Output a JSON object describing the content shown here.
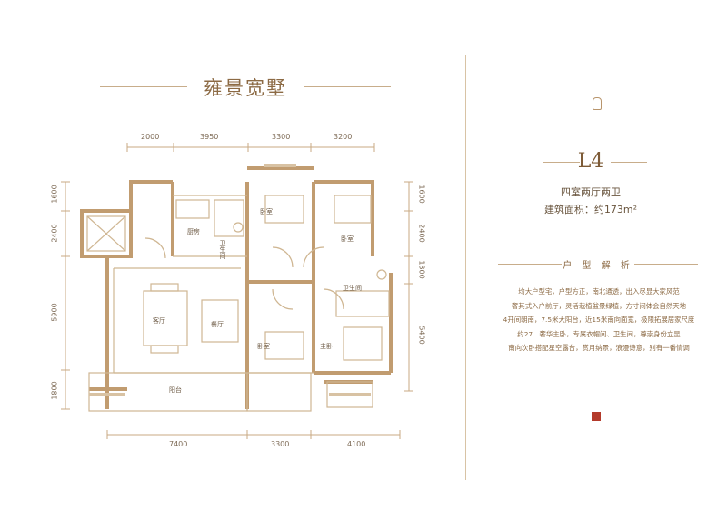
{
  "header": {
    "title": "雍景宽墅"
  },
  "dimensions": {
    "top": [
      "2000",
      "3950",
      "3300",
      "3200"
    ],
    "bottom": [
      "7400",
      "3300",
      "4100"
    ],
    "left": [
      "1600",
      "2400",
      "5900",
      "1800"
    ],
    "right": [
      "1600",
      "2400",
      "1300",
      "5400"
    ]
  },
  "rooms": {
    "bedroom_ne1": "卧室",
    "bedroom_ne2": "卧室",
    "kitchen": "厨房",
    "bath1": "卫生间",
    "bath2": "卫生间",
    "living": "客厅",
    "dining": "餐厅",
    "bedroom_s": "卧室",
    "master": "主卧",
    "balcony": "阳台"
  },
  "unit": {
    "code": "L4",
    "layout": "四室两厅两卫",
    "area": "建筑面积：约173m²"
  },
  "analysis": {
    "heading": "户 型 解 析",
    "lines": [
      "均大户型宅，户型方正，南北通透，出入尽显大家风范",
      "奢其式入户前厅，灵活栽植盆景绿植，方寸间体会自然天地",
      "4开间朝南，7.5米大阳台，近15米南向面宽，极限拓展居家尺度",
      "约27　奢华主卧，专属衣帽间、卫生间，尊崇身份立显",
      "南向次卧搭配星空露台，赏月纳景，浪漫诗意，别有一番情调"
    ]
  },
  "colors": {
    "accent": "#8c6a44",
    "wall": "#c8a57e",
    "seal": "#b33a2b"
  }
}
